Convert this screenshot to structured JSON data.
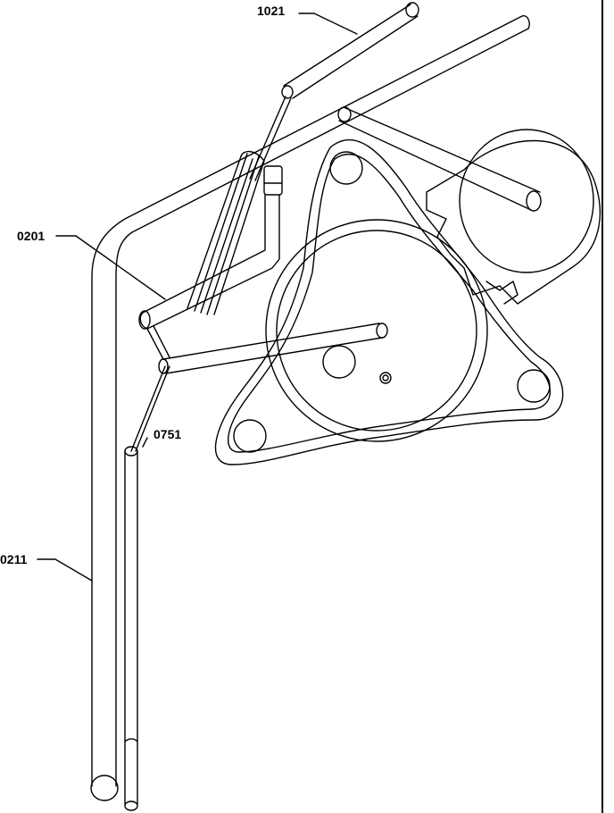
{
  "diagram": {
    "labels": {
      "l1021": "1021",
      "l0201": "0201",
      "l0751": "0751",
      "l0211": "0211"
    },
    "line_color": "#000000",
    "background": "#ffffff"
  }
}
